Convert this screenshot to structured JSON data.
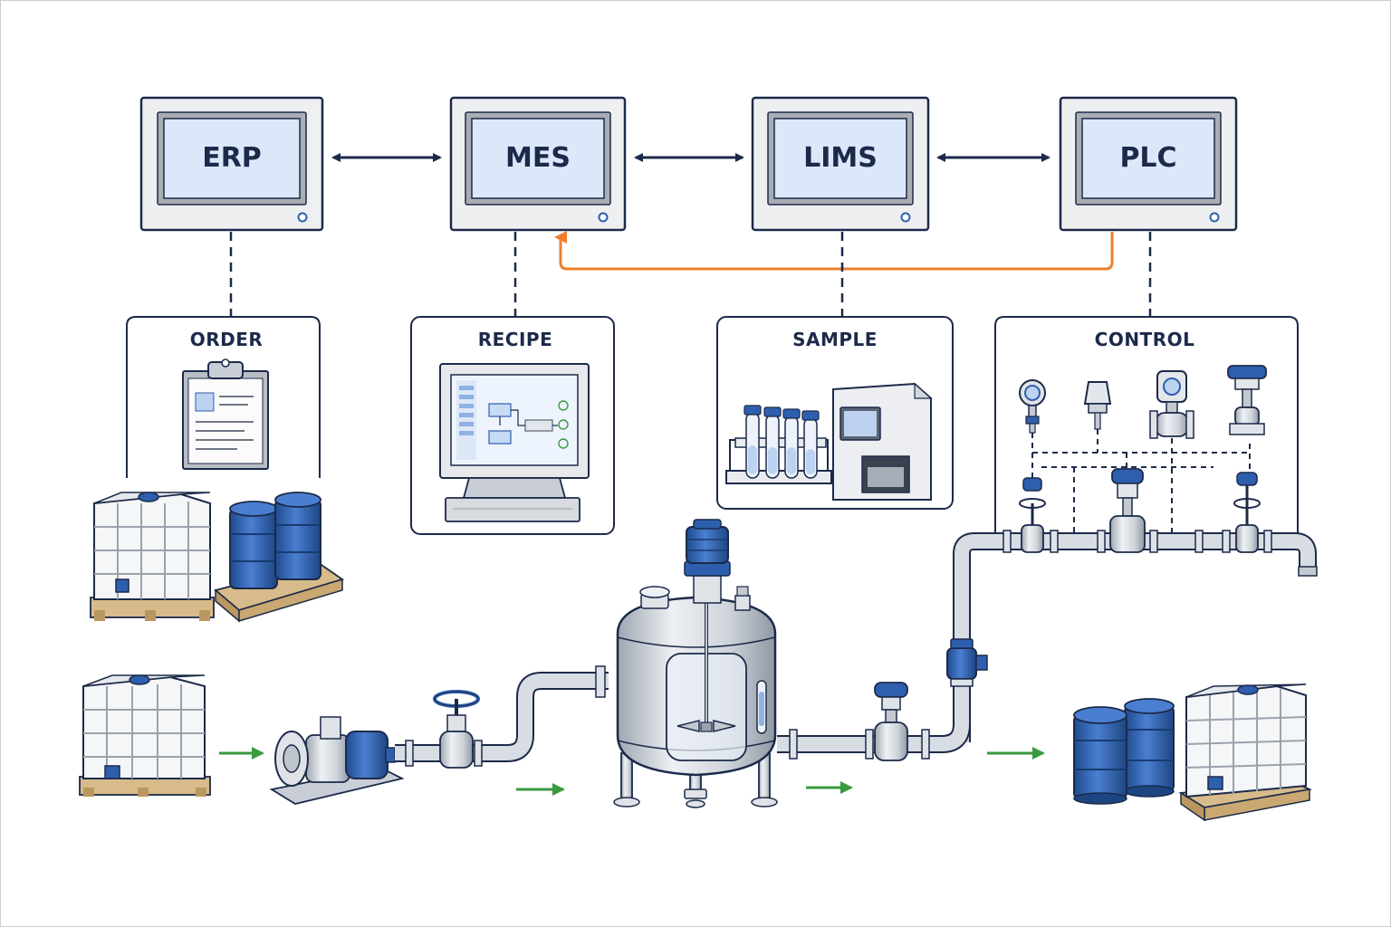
{
  "systems": [
    {
      "id": "erp",
      "label": "ERP"
    },
    {
      "id": "mes",
      "label": "MES"
    },
    {
      "id": "lims",
      "label": "LIMS"
    },
    {
      "id": "plc",
      "label": "PLC"
    }
  ],
  "panels": [
    {
      "id": "order",
      "title": "ORDER"
    },
    {
      "id": "recipe",
      "title": "RECIPE"
    },
    {
      "id": "sample",
      "title": "SAMPLE"
    },
    {
      "id": "control",
      "title": "CONTROL"
    }
  ],
  "colors": {
    "monitor_screen": "#dce8fa",
    "monitor_bezel": "#eeeff1",
    "navy": "#1c2a4a",
    "feedback_orange": "#ee7f2d",
    "flow_green": "#3a9a3f",
    "equipment_blue": "#2e5fae",
    "steel": "#c4c9d0",
    "pallet_wood": "#d8bb8a"
  },
  "icons": [
    "clipboard-icon",
    "recipe-screen-icon",
    "test-tubes-icon",
    "analyzer-icon",
    "pressure-transmitter-icon",
    "temperature-sensor-icon",
    "flowmeter-icon",
    "control-valve-icon"
  ]
}
